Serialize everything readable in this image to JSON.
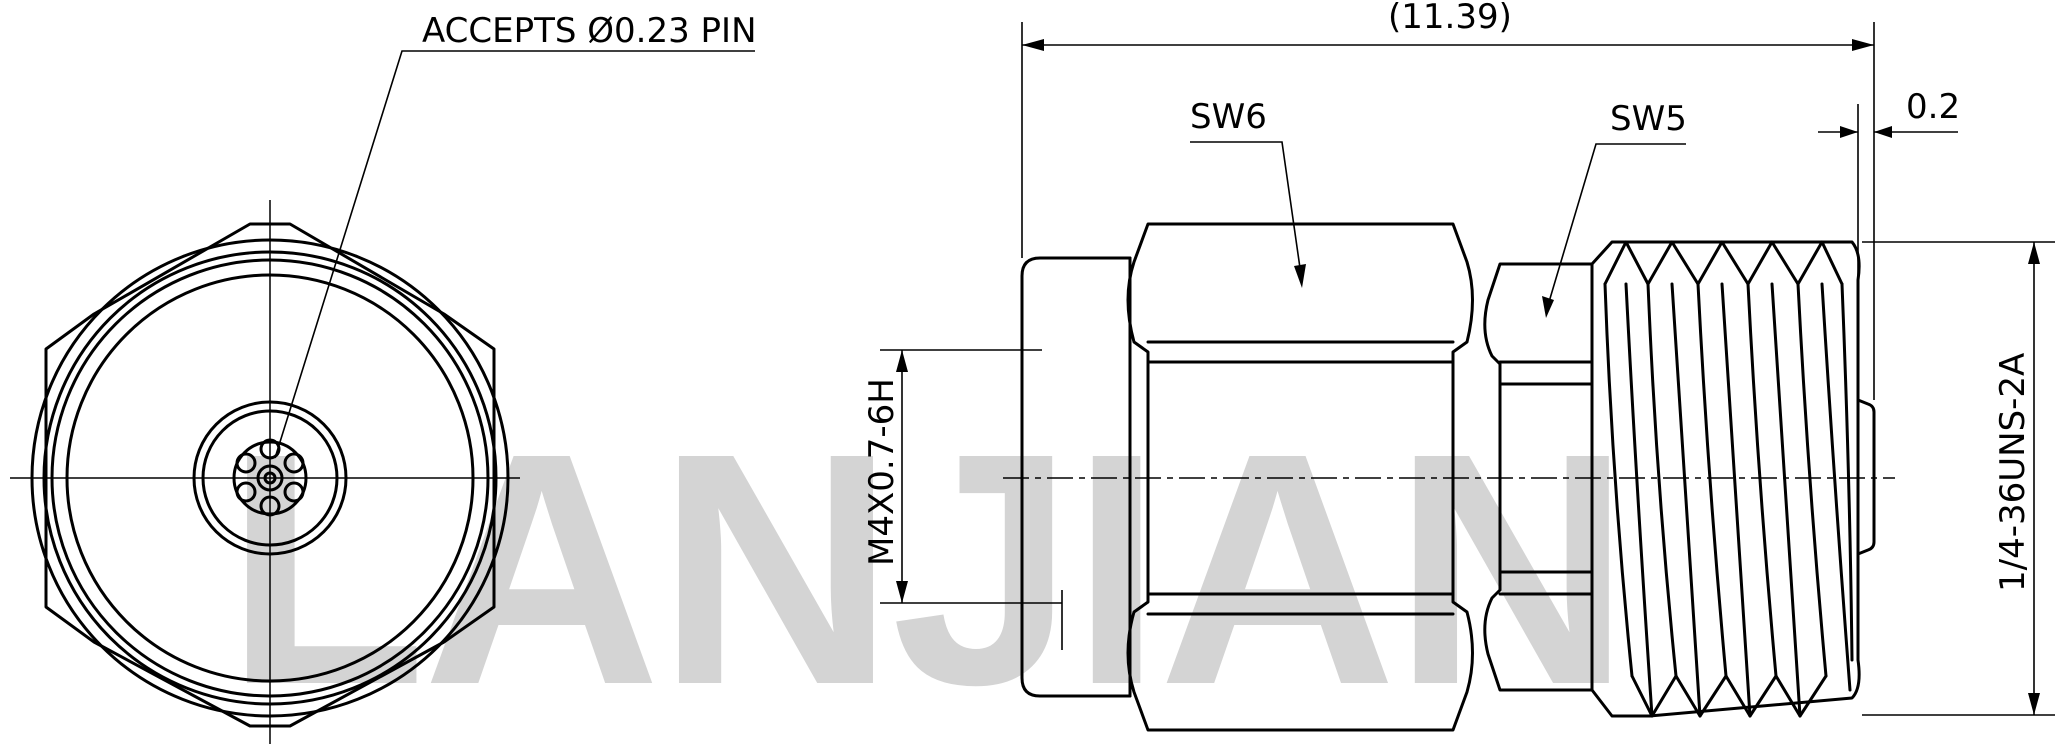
{
  "watermark": "LANJIAN",
  "labels": {
    "pin_callout": "ACCEPTS Ø0.23 PIN",
    "overall_length": "(11.39)",
    "hex_large": "SW6",
    "hex_small": "SW5",
    "gap": "0.2",
    "internal_thread": "M4X0.7-6H",
    "external_thread": "1/4-36UNS-2A"
  }
}
